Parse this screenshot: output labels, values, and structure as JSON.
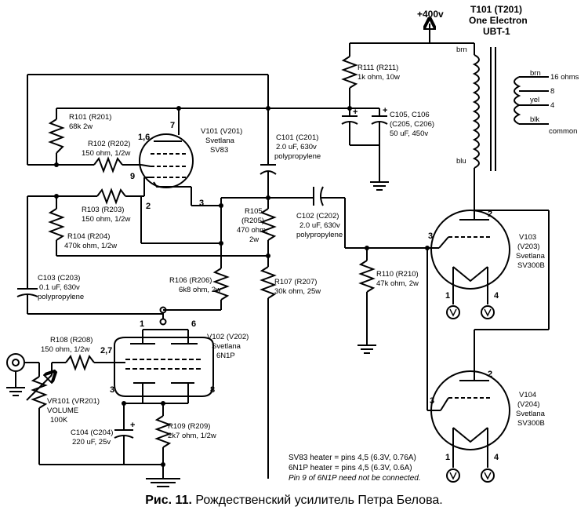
{
  "supply": {
    "label": "+400v"
  },
  "transformer": {
    "ref": "T101 (T201)",
    "maker": "One Electron",
    "model": "UBT-1",
    "primary_top": "brn",
    "primary_bottom": "blu",
    "sec_brn": "brn",
    "sec_yel": "yel",
    "sec_blk": "blk",
    "tap16": "16 ohms",
    "tap8": "8",
    "tap4": "4",
    "common": "common"
  },
  "v101": {
    "ref": "V101 (V201)",
    "maker": "Svetlana",
    "type": "SV83",
    "pin_16": "1,6",
    "pin_7": "7",
    "pin_9": "9",
    "pin_2": "2",
    "pin_3": "3"
  },
  "v102": {
    "ref": "V102 (V202)",
    "maker": "Svetlana",
    "type": "6N1P",
    "pin_1": "1",
    "pin_6": "6",
    "pin_27": "2,7",
    "pin_3": "3",
    "pin_8": "8"
  },
  "v103": {
    "ref": "V103",
    "ref2": "(V203)",
    "maker": "Svetlana",
    "type": "SV300B",
    "pin_2": "2",
    "pin_3": "3",
    "pin_1": "1",
    "pin_4": "4"
  },
  "v104": {
    "ref": "V104",
    "ref2": "(V204)",
    "maker": "Svetlana",
    "type": "SV300B",
    "pin_2": "2",
    "pin_3": "3",
    "pin_1": "1",
    "pin_4": "4"
  },
  "r101": {
    "ref": "R101 (R201)",
    "value": "68k 2w"
  },
  "r102": {
    "ref": "R102 (R202)",
    "value": "150 ohm, 1/2w"
  },
  "r103": {
    "ref": "R103 (R203)",
    "value": "150 ohm, 1/2w"
  },
  "r104": {
    "ref": "R104 (R204)",
    "value": "470k ohm, 1/2w"
  },
  "r105": {
    "ref": "R105",
    "ref2": "(R205)",
    "value": "470 ohm,",
    "value2": "2w"
  },
  "r106": {
    "ref": "R106 (R206)",
    "value": "6k8 ohm, 2w"
  },
  "r107": {
    "ref": "R107 (R207)",
    "value": "30k ohm, 25w"
  },
  "r108": {
    "ref": "R108 (R208)",
    "value": "150 ohm, 1/2w"
  },
  "r109": {
    "ref": "R109 (R209)",
    "value": "2k7 ohm, 1/2w"
  },
  "r110": {
    "ref": "R110 (R210)",
    "value": "47k ohm, 2w"
  },
  "r111": {
    "ref": "R111 (R211)",
    "value": "1k ohm, 10w"
  },
  "vr101": {
    "ref": "VR101 (VR201)",
    "name": "VOLUME",
    "value": "100K"
  },
  "c101": {
    "ref": "C101 (C201)",
    "value": "2.0 uF, 630v",
    "type": "polypropylene"
  },
  "c102": {
    "ref": "C102 (C202)",
    "value": "2.0 uF, 630v",
    "type": "polypropylene"
  },
  "c103": {
    "ref": "C103 (C203)",
    "value": "0.1 uF, 630v",
    "type": "polypropylene"
  },
  "c104": {
    "ref": "C104 (C204)",
    "value": "220 uF, 25v"
  },
  "c105": {
    "ref": "C105, C106",
    "ref2": "(C205, C206)",
    "value": "50 uF, 450v"
  },
  "notes": {
    "line1": "SV83 heater = pins 4,5 (6.3V, 0.76A)",
    "line2": "6N1P heater = pins 4,5 (6.3V, 0.6A)",
    "line3": "Pin 9 of 6N1P need not be connected."
  },
  "caption": {
    "prefix": "Рис. 11.",
    "text": "Рождественский усилитель Петра Белова."
  }
}
